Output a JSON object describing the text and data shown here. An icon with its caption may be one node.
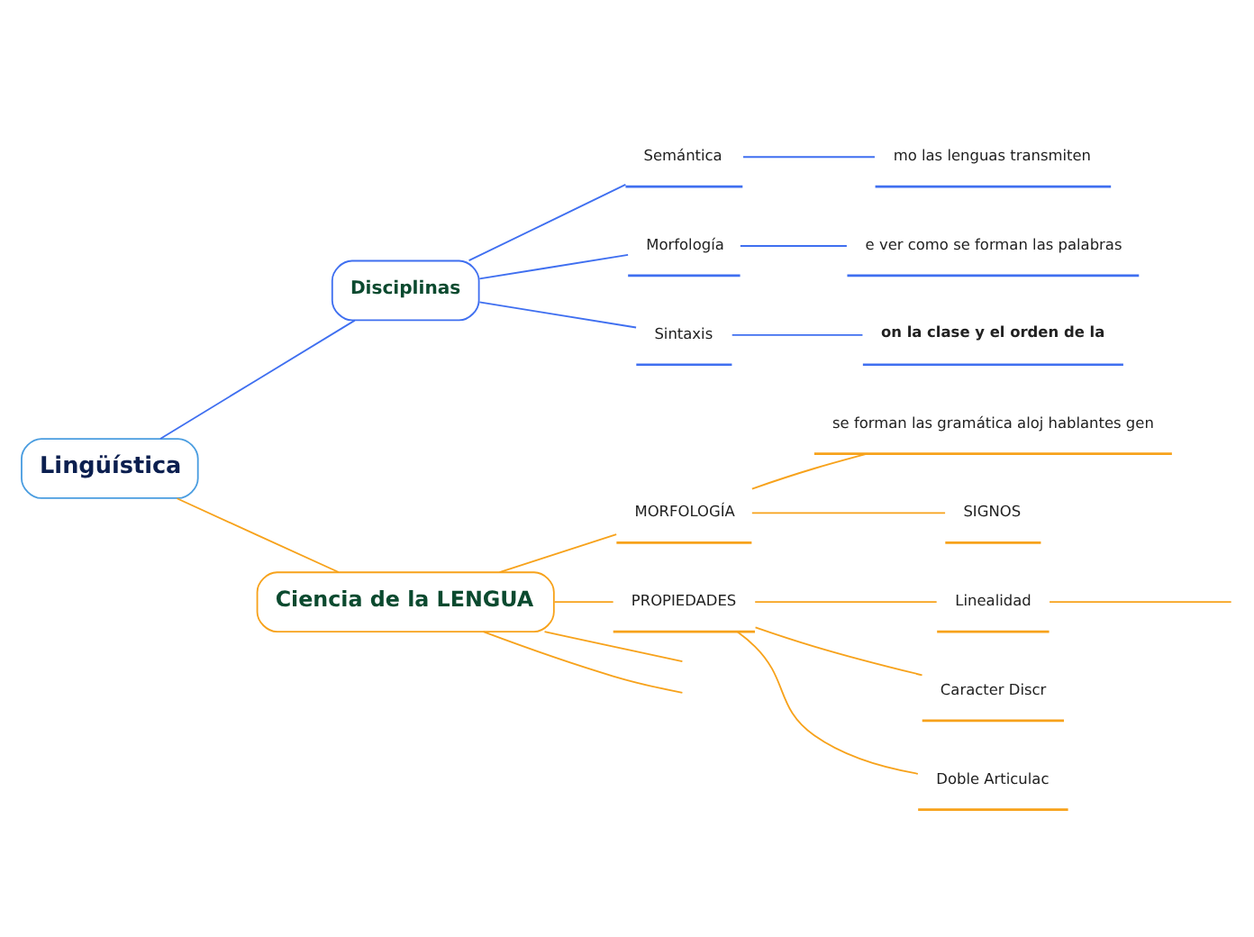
{
  "diagram": {
    "nodes": [
      {
        "text": [
          "Lingüística"
        ]
      },
      {
        "text": [
          "Disciplinas"
        ]
      },
      {
        "text": [
          "Semántica"
        ]
      },
      {
        "text": [
          "Morfología"
        ]
      },
      {
        "text": [
          "Sintaxis"
        ]
      },
      {
        "text": [
          "mo las lenguas transmiten"
        ]
      },
      {
        "text": [
          "e ver como se forman las palabras"
        ]
      },
      {
        "text": [
          "on la clase y el orden de la"
        ]
      },
      {
        "text": [
          "Ciencia de la LENGUA"
        ]
      },
      {
        "text": [
          "MORFOLOGÍA"
        ]
      },
      {
        "text": [
          "se forman las gramática aloj hablantes gen"
        ]
      },
      {
        "text": [
          "SIGNOS"
        ]
      },
      {
        "text": [
          "PROPIEDADES"
        ]
      },
      {
        "text": [
          "Linealidad"
        ]
      },
      {
        "text": [
          "Caracter Discr"
        ]
      },
      {
        "text": [
          "Doble Articulac"
        ]
      }
    ],
    "edges": [
      {
        "from": 0,
        "to": 1,
        "arrow": "none",
        "color": "#3f6ff0"
      },
      {
        "from": 1,
        "to": 2,
        "arrow": "none",
        "color": "#3f6ff0"
      },
      {
        "from": 1,
        "to": 3,
        "arrow": "none",
        "color": "#3f6ff0"
      },
      {
        "from": 1,
        "to": 4,
        "arrow": "none",
        "color": "#3f6ff0"
      },
      {
        "from": 2,
        "to": 5,
        "arrow": "none",
        "color": "#3f6ff0"
      },
      {
        "from": 3,
        "to": 6,
        "arrow": "none",
        "color": "#3f6ff0"
      },
      {
        "from": 4,
        "to": 7,
        "arrow": "none",
        "color": "#3f6ff0"
      },
      {
        "from": 0,
        "to": 8,
        "arrow": "none"
      },
      {
        "from": 8,
        "to": 9,
        "arrow": "none"
      },
      {
        "from": 9,
        "to": 10,
        "arrow": "none"
      },
      {
        "from": 9,
        "to": 11,
        "arrow": "none"
      },
      {
        "from": 8,
        "to": 12,
        "arrow": "none"
      },
      {
        "from": 12,
        "to": 13,
        "arrow": "none"
      },
      {
        "from": 12,
        "to": 14,
        "arrow": "none"
      },
      {
        "from": 12,
        "to": 15,
        "arrow": "none"
      },
      {
        "from": 8,
        "to": null,
        "arrow": "none"
      },
      {
        "from": 8,
        "to": null,
        "arrow": "none"
      },
      {
        "from": 13,
        "to": null,
        "arrow": "none"
      }
    ]
  }
}
